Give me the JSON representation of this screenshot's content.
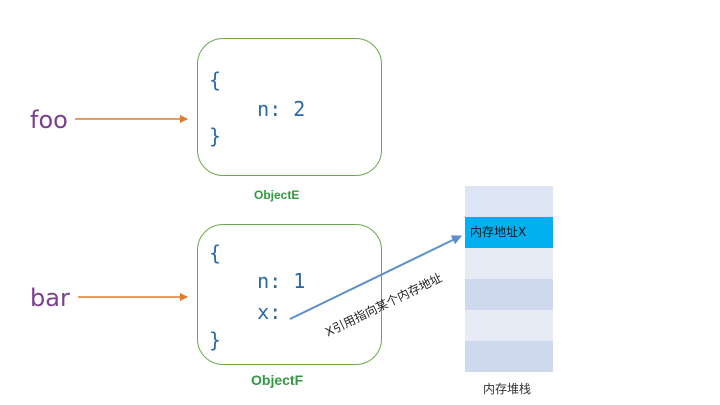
{
  "variables": {
    "foo": "foo",
    "bar": "bar"
  },
  "objects": [
    {
      "name": "ObjectE",
      "lines": [
        "{",
        "    n: 2",
        "}"
      ]
    },
    {
      "name": "ObjectF",
      "lines": [
        "{",
        "    n: 1",
        "    x:",
        "}"
      ]
    }
  ],
  "reference_label": "X引用指向某个内存地址",
  "memory_stack": {
    "caption": "内存堆栈",
    "cells": [
      "",
      "",
      "内存地址X",
      "",
      "",
      "",
      ""
    ],
    "highlighted_cell": "内存地址X"
  },
  "colors": {
    "variable_text": "#7b3f8f",
    "variable_arrow": "#e07b30",
    "object_border": "#6aaa4e",
    "object_caption": "#2f9a40",
    "code_text": "#2a6aa6",
    "reference_arrow": "#5b8fc9",
    "stack_cell_light": "#dde4f3",
    "stack_cell_mid": "#cfd9ee",
    "stack_cell_highlight": "#00b0f0"
  }
}
